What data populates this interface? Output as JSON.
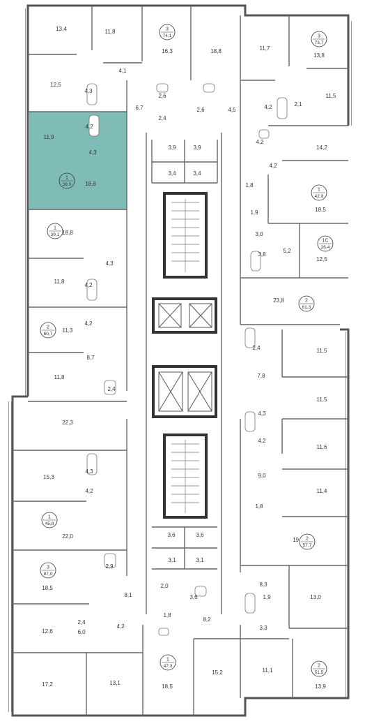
{
  "colors": {
    "highlight": "#7fbcb8",
    "wall": "#555555",
    "window": "#9a9a9a",
    "background": "#ffffff"
  },
  "apartments": [
    {
      "id": "apt-3-74-1",
      "rooms": "3",
      "total": "74,1"
    },
    {
      "id": "apt-3-73-7",
      "rooms": "3",
      "total": "73,7"
    },
    {
      "id": "apt-1-39-0",
      "rooms": "1",
      "total": "39,0",
      "highlighted": true
    },
    {
      "id": "apt-1-42-9",
      "rooms": "1",
      "total": "42,9"
    },
    {
      "id": "apt-1-39-1",
      "rooms": "1",
      "total": "39,1"
    },
    {
      "id": "apt-1c-26-4",
      "rooms": "1С",
      "total": "26,4"
    },
    {
      "id": "apt-2-61-3",
      "rooms": "2",
      "total": "61,3"
    },
    {
      "id": "apt-2-60-7",
      "rooms": "2",
      "total": "60,7"
    },
    {
      "id": "apt-1-45-8",
      "rooms": "1",
      "total": "45,8"
    },
    {
      "id": "apt-2-57-7",
      "rooms": "2",
      "total": "57,7"
    },
    {
      "id": "apt-3-87-0",
      "rooms": "3",
      "total": "87,0"
    },
    {
      "id": "apt-1-47-3",
      "rooms": "1",
      "total": "47,3"
    },
    {
      "id": "apt-2-51-5",
      "rooms": "2",
      "total": "51,5"
    }
  ],
  "room_areas": [
    "13,4",
    "11,8",
    "16,3",
    "18,8",
    "11,7",
    "13,8",
    "4,1",
    "12,5",
    "4,3",
    "6,7",
    "2,6",
    "2,6",
    "4,5",
    "4,2",
    "2,1",
    "11,5",
    "2,4",
    "11,9",
    "4,2",
    "4,3",
    "3,9",
    "3,9",
    "4,2",
    "14,2",
    "18,6",
    "3,4",
    "3,4",
    "4,2",
    "1,8",
    "18,5",
    "18,8",
    "1,9",
    "3,0",
    "5,2",
    "3,8",
    "12,5",
    "4,3",
    "11,8",
    "4,2",
    "23,8",
    "4,2",
    "11,3",
    "2,4",
    "11,5",
    "8,7",
    "11,8",
    "7,8",
    "2,4",
    "11,5",
    "22,3",
    "4,3",
    "4,2",
    "11,6",
    "15,3",
    "4,3",
    "9,0",
    "4,2",
    "11,4",
    "1,8",
    "22,0",
    "19,7",
    "3,6",
    "3,6",
    "3,1",
    "3,1",
    "2,9",
    "18,5",
    "8,3",
    "2,0",
    "1,9",
    "13,0",
    "8,1",
    "3,6",
    "1,8",
    "8,2",
    "3,3",
    "12,6",
    "2,4",
    "6,0",
    "4,2",
    "17,2",
    "13,1",
    "18,5",
    "15,2",
    "11,1",
    "13,9"
  ]
}
